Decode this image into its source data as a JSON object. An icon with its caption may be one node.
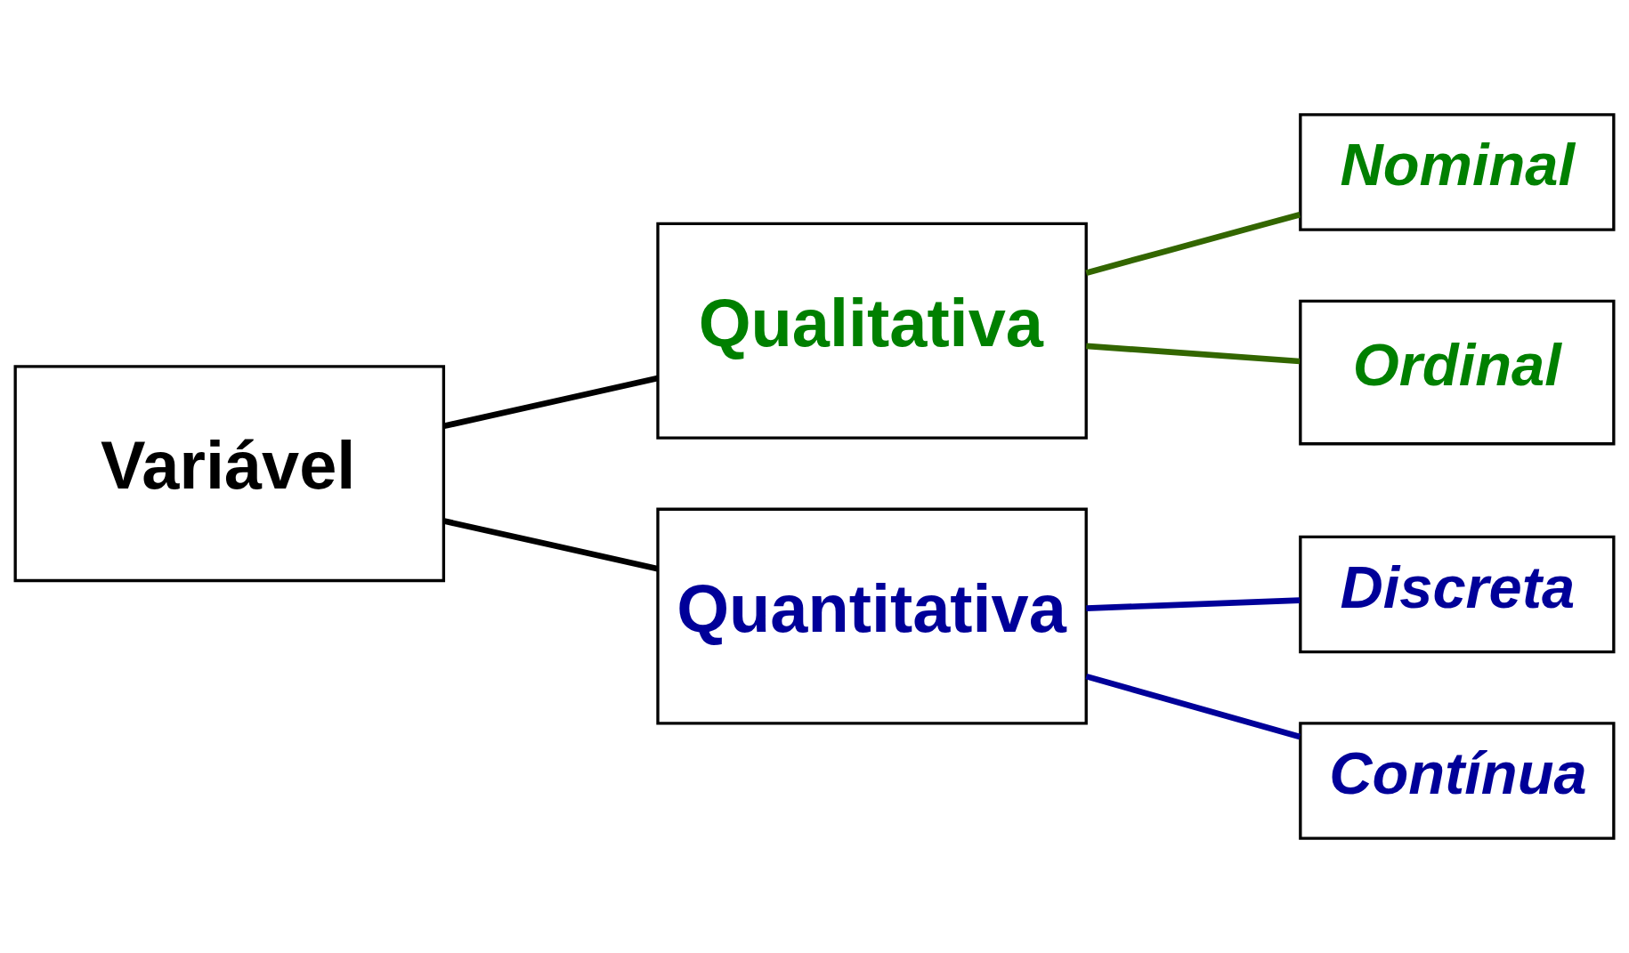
{
  "diagram": {
    "nodes": [
      {
        "text": [
          "Variável"
        ]
      },
      {
        "text": [
          "Qualitativa"
        ]
      },
      {
        "text": [
          "Nominal"
        ]
      },
      {
        "text": [
          "Ordinal"
        ]
      },
      {
        "text": [
          "Quantitativa"
        ]
      },
      {
        "text": [
          "Discreta"
        ]
      },
      {
        "text": [
          "Contínua"
        ]
      }
    ],
    "edges": [
      {
        "from": 0,
        "to": 1,
        "arrow": "none"
      },
      {
        "from": 0,
        "to": 4,
        "arrow": "none"
      },
      {
        "from": 1,
        "to": 2,
        "arrow": "none",
        "color": "#336600"
      },
      {
        "from": 1,
        "to": 3,
        "arrow": "none",
        "color": "#336600"
      },
      {
        "from": 4,
        "to": 5,
        "arrow": "none",
        "color": "#000099"
      },
      {
        "from": 4,
        "to": 6,
        "arrow": "none",
        "color": "#000099"
      }
    ]
  }
}
